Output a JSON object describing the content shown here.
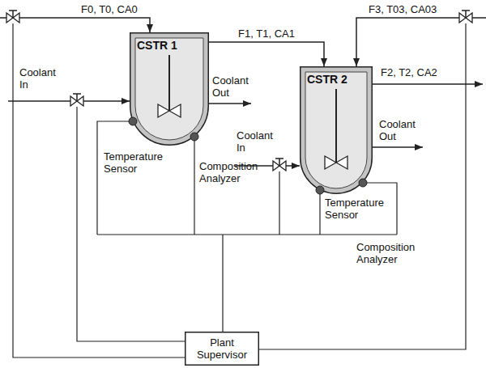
{
  "diagram": {
    "nodes": [
      {
        "text": [
          "CSTR 1"
        ]
      },
      {
        "text": [
          "CSTR 2"
        ]
      },
      {
        "text": [
          "Plant Supervisor"
        ]
      }
    ],
    "edges": [
      {
        "from": 0,
        "to": 1,
        "arrow": "to",
        "label": "F1, T1, CA1"
      }
    ],
    "labels": [
      "F0, T0, CA0",
      "F3, T03, CA03",
      "F2, T2, CA2",
      "Coolant In",
      "Coolant Out",
      "Temperature Sensor",
      "Composition Analyzer",
      "Coolant In",
      "Coolant Out",
      "Temperature Sensor",
      "Composition Analyzer"
    ]
  }
}
